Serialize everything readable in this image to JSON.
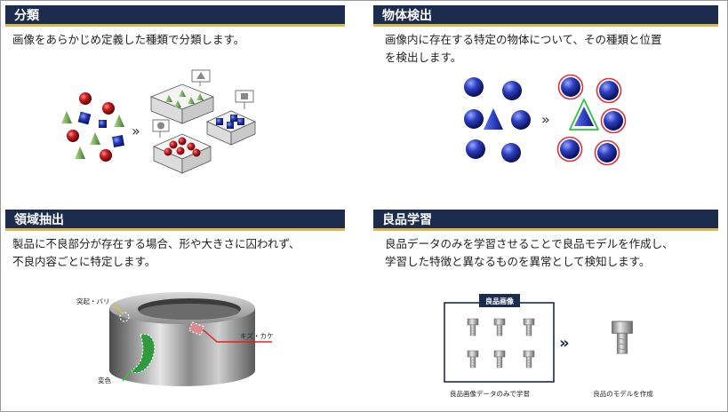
{
  "sections": {
    "classification": {
      "title": "分類",
      "description": "画像をあらかじめ定義した種類で分類します。"
    },
    "detection": {
      "title": "物体検出",
      "description_line1": "画像内に存在する特定の物体について、その種類と位置",
      "description_line2": "を検出します。"
    },
    "segmentation": {
      "title": "領域抽出",
      "description_line1": "製品に不良部分が存在する場合、形や大きさに囚われず、",
      "description_line2": "不良内容ごとに特定します。",
      "labels": {
        "burr": "突起・バリ",
        "scratch": "キズ・カケ",
        "discolor": "変色"
      }
    },
    "anomaly": {
      "title": "良品学習",
      "description_line1": "良品データのみを学習させることで良品モデルを作成し、",
      "description_line2": "学習した特徴と異なるものを異常として検知します。",
      "box_label": "良品画像",
      "caption_left": "良品画像データのみで学習",
      "caption_right": "良品のモデルを作成"
    }
  },
  "arrow_glyph": "»",
  "colors": {
    "header_bg": "#1b2c4e",
    "header_accent": "#d8b84a",
    "sphere_red": "#c8191e",
    "cube_blue": "#2b3fbf",
    "cone_green": "#7fb069",
    "detect_ring_red": "#e0303a",
    "detect_ring_green": "#2fc43a"
  }
}
